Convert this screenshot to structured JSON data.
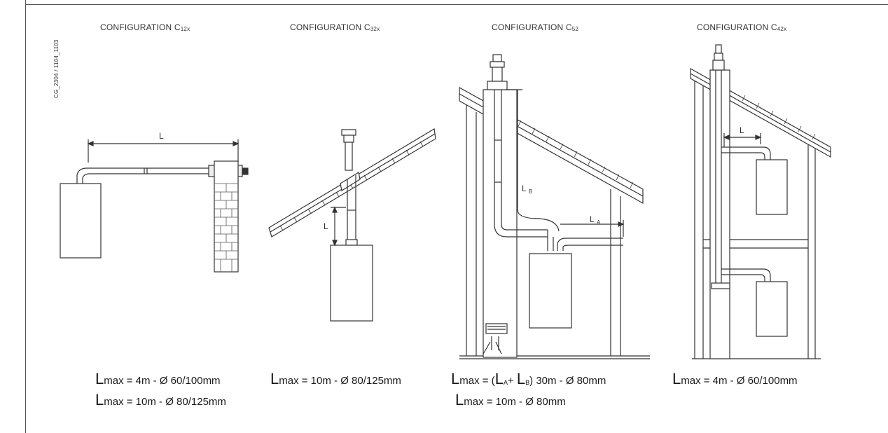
{
  "document": {
    "reference_code": "CG_2304 / 1104_1103",
    "configurations": [
      {
        "title_prefix": "CONFIGURATION C",
        "title_sub": "12x",
        "dimension_labels": [
          "L"
        ],
        "formulas": [
          {
            "lead": "L",
            "rest": "max = 4m - Ø 60/100mm"
          },
          {
            "lead": "L",
            "rest": "max = 10m - Ø 80/125mm"
          }
        ]
      },
      {
        "title_prefix": "CONFIGURATION C",
        "title_sub": "32x",
        "dimension_labels": [
          "L"
        ],
        "formulas": [
          {
            "lead": "L",
            "rest": "max = 10m - Ø 80/125mm"
          }
        ]
      },
      {
        "title_prefix": "CONFIGURATION C",
        "title_sub": "52",
        "dimension_labels": [
          "L",
          "B",
          "L",
          "A"
        ],
        "formula_complex": {
          "lead": "L",
          "part1": "max = (",
          "l1": "L",
          "s1": "A",
          "plus": "+ ",
          "l2": "L",
          "s2": "B",
          "part2": ") 30m - Ø 80mm"
        },
        "formulas": [
          {
            "lead": "L",
            "rest": "max = 10m - Ø 80mm"
          }
        ]
      },
      {
        "title_prefix": "CONFIGURATION C",
        "title_sub": "42x",
        "dimension_labels": [
          "L"
        ],
        "formulas": [
          {
            "lead": "L",
            "rest": "max = 4m - Ø 60/100mm"
          }
        ]
      }
    ]
  }
}
